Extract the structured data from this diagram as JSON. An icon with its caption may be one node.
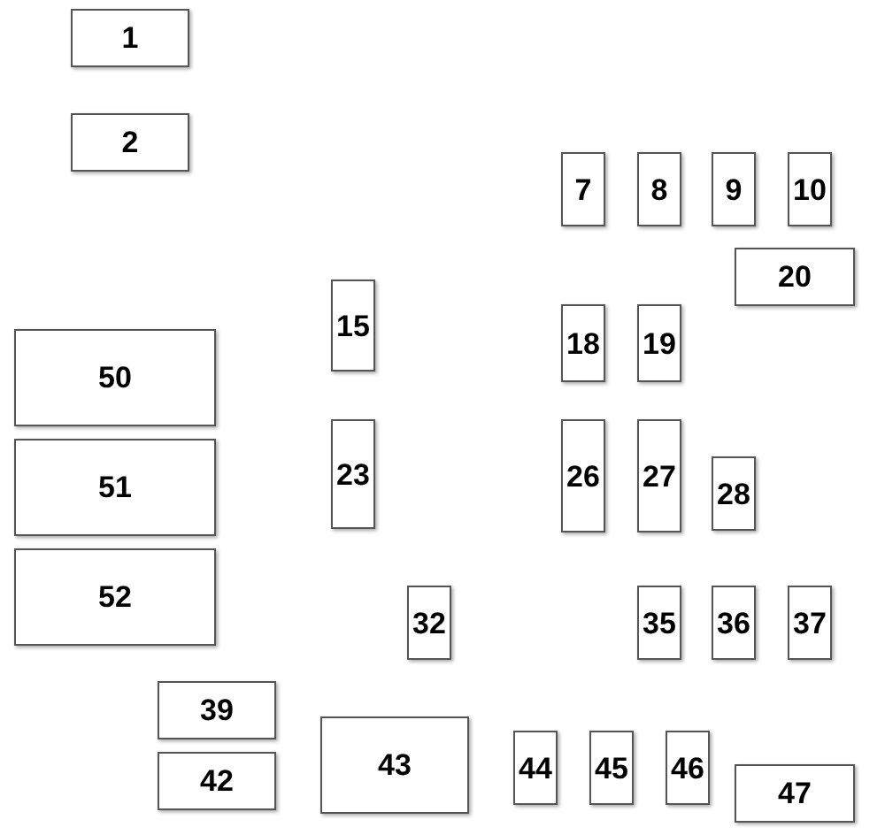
{
  "diagram": {
    "nodes": [
      {
        "text": [
          "1"
        ]
      },
      {
        "text": [
          "2"
        ]
      },
      {
        "text": [
          "7"
        ]
      },
      {
        "text": [
          "8"
        ]
      },
      {
        "text": [
          "9"
        ]
      },
      {
        "text": [
          "10"
        ]
      },
      {
        "text": [
          "20"
        ]
      },
      {
        "text": [
          "15"
        ]
      },
      {
        "text": [
          "18"
        ]
      },
      {
        "text": [
          "19"
        ]
      },
      {
        "text": [
          "50"
        ]
      },
      {
        "text": [
          "51"
        ]
      },
      {
        "text": [
          "52"
        ]
      },
      {
        "text": [
          "23"
        ]
      },
      {
        "text": [
          "26"
        ]
      },
      {
        "text": [
          "27"
        ]
      },
      {
        "text": [
          "28"
        ]
      },
      {
        "text": [
          "32"
        ]
      },
      {
        "text": [
          "35"
        ]
      },
      {
        "text": [
          "36"
        ]
      },
      {
        "text": [
          "37"
        ]
      },
      {
        "text": [
          "39"
        ]
      },
      {
        "text": [
          "42"
        ]
      },
      {
        "text": [
          "43"
        ]
      },
      {
        "text": [
          "44"
        ]
      },
      {
        "text": [
          "45"
        ]
      },
      {
        "text": [
          "46"
        ]
      },
      {
        "text": [
          "47"
        ]
      }
    ],
    "edges": []
  }
}
